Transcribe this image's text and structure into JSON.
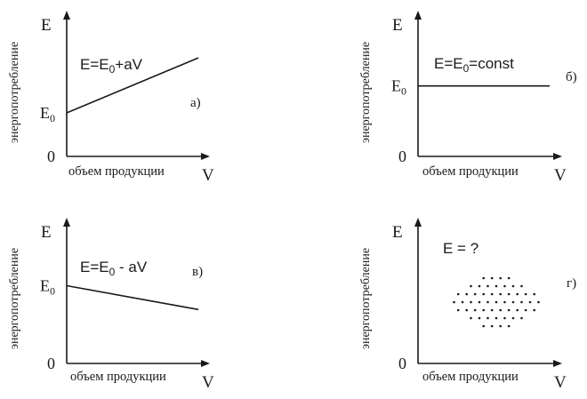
{
  "chart_data": [
    {
      "type": "line",
      "panel_label": "а)",
      "ylabel": "энергопотребление",
      "xlabel": "объем продукции",
      "axis_y_symbol": "E",
      "axis_x_symbol": "V",
      "origin_label": "0",
      "y_tick_base": "E",
      "y_tick_sub": "0",
      "eq_parts": [
        "E=E",
        "0",
        "+aV"
      ],
      "x": [
        0,
        1
      ],
      "y": [
        0.42,
        0.95
      ],
      "xlim": [
        0,
        1.1
      ],
      "ylim": [
        0,
        1.2
      ],
      "grid": false
    },
    {
      "type": "line",
      "panel_label": "б)",
      "ylabel": "энергопотребление",
      "xlabel": "объем продукции",
      "axis_y_symbol": "E",
      "axis_x_symbol": "V",
      "origin_label": "0",
      "y_tick_base": "E",
      "y_tick_sub": "0",
      "eq_parts": [
        "E=E",
        "0",
        "=const"
      ],
      "x": [
        0,
        1
      ],
      "y": [
        0.68,
        0.68
      ],
      "xlim": [
        0,
        1.1
      ],
      "ylim": [
        0,
        1.2
      ],
      "grid": false
    },
    {
      "type": "line",
      "panel_label": "в)",
      "ylabel": "энергопотребление",
      "xlabel": "объем продукции",
      "axis_y_symbol": "E",
      "axis_x_symbol": "V",
      "origin_label": "0",
      "y_tick_base": "E",
      "y_tick_sub": "0",
      "eq_parts": [
        "E=E",
        "0",
        " - aV"
      ],
      "x": [
        0,
        1
      ],
      "y": [
        0.75,
        0.52
      ],
      "xlim": [
        0,
        1.1
      ],
      "ylim": [
        0,
        1.2
      ],
      "grid": false
    },
    {
      "type": "scatter",
      "panel_label": "г)",
      "ylabel": "энергопотребление",
      "xlabel": "объем продукции",
      "axis_y_symbol": "E",
      "axis_x_symbol": "V",
      "origin_label": "0",
      "eq_parts": [
        "E = ?"
      ],
      "cloud_center": [
        0.55,
        0.55
      ],
      "cloud_radius": [
        0.25,
        0.21
      ],
      "grid": false
    }
  ]
}
